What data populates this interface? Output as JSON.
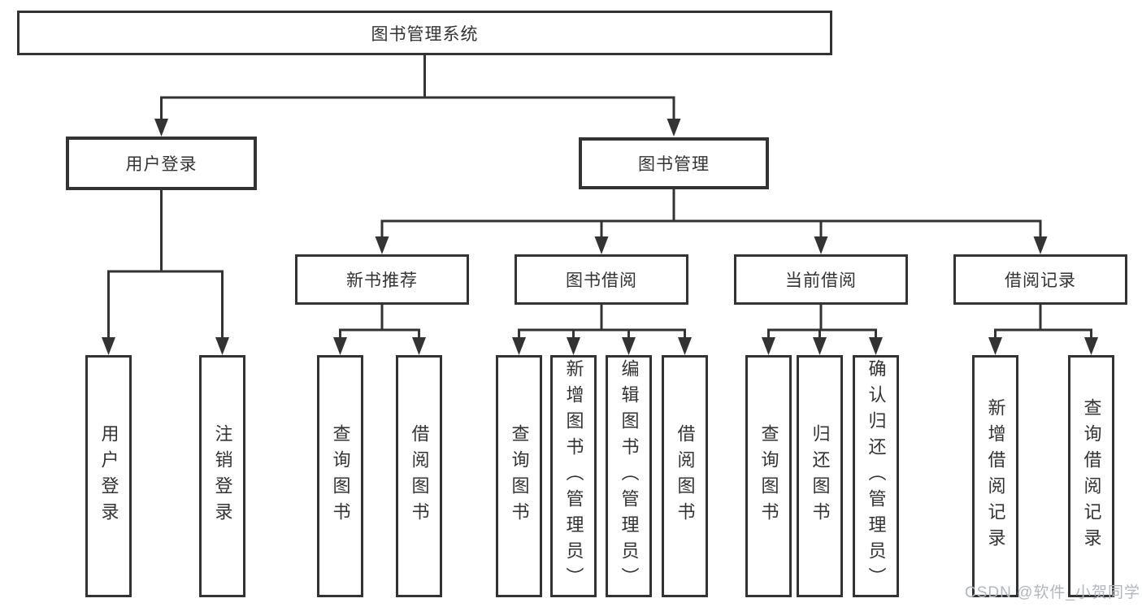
{
  "diagram": {
    "title": "图书管理系统",
    "colors": {
      "line": "#333333",
      "text": "#333333",
      "background": "#ffffff",
      "watermark": "#b3b6be"
    },
    "tree": {
      "root": "图书管理系统",
      "branches": [
        {
          "label": "用户登录",
          "leaves": [
            "用户登录",
            "注销登录"
          ]
        },
        {
          "label": "图书管理",
          "groups": [
            {
              "label": "新书推荐",
              "leaves": [
                "查询图书",
                "借阅图书"
              ]
            },
            {
              "label": "图书借阅",
              "leaves": [
                "查询图书",
                "新增图书（管理员）",
                "编辑图书（管理员）",
                "借阅图书"
              ]
            },
            {
              "label": "当前借阅",
              "leaves": [
                "查询图书",
                "归还图书",
                "确认归还（管理员）"
              ]
            },
            {
              "label": "借阅记录",
              "leaves": [
                "新增借阅记录",
                "查询借阅记录"
              ]
            }
          ]
        }
      ]
    },
    "watermark": "CSDN @软件_小贺同学"
  }
}
